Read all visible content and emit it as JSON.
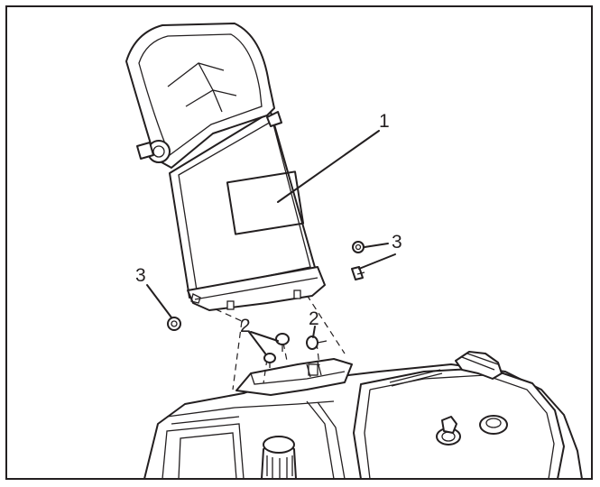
{
  "callouts": {
    "deflector": "1",
    "bolts": "2",
    "nuts": "3"
  },
  "colors": {
    "line": "#231f20",
    "background": "#ffffff",
    "label_plate": "#ffffff"
  }
}
